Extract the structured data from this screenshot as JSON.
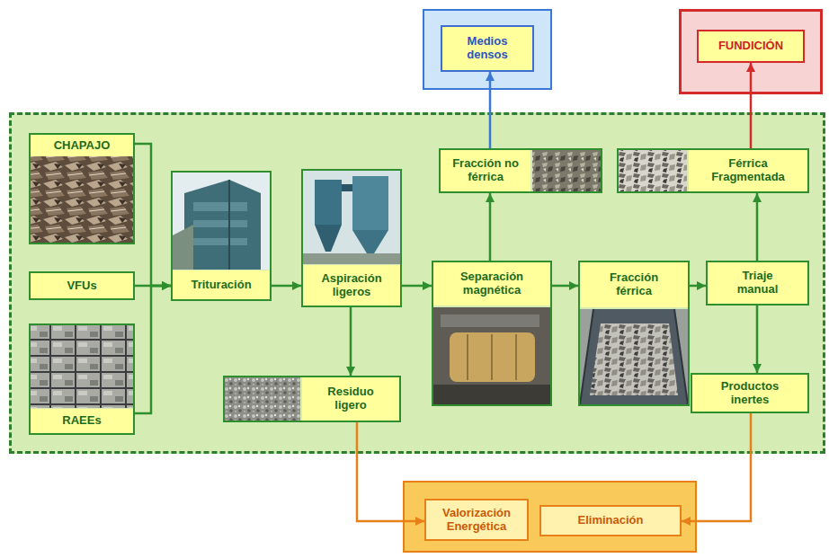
{
  "diagram": {
    "nodes": [
      {
        "text": [
          "Medios densos"
        ]
      },
      {
        "text": [
          "FUNDICIÓN"
        ]
      },
      {
        "text": [
          "Fracción no férrica"
        ]
      },
      {
        "text": [
          "Férrica Fragmentada"
        ]
      },
      {
        "text": [
          "CHAPAJO"
        ]
      },
      {
        "text": [
          "VFUs"
        ]
      },
      {
        "text": [
          "RAEEs"
        ]
      },
      {
        "text": [
          "Trituración"
        ]
      },
      {
        "text": [
          "Aspiración ligeros"
        ]
      },
      {
        "text": [
          "Separación magnética"
        ]
      },
      {
        "text": [
          "Fracción férrica"
        ]
      },
      {
        "text": [
          "Triaje manual"
        ]
      },
      {
        "text": [
          "Residuo ligero"
        ]
      },
      {
        "text": [
          "Productos inertes"
        ]
      },
      {
        "text": [
          "Valorización Energética"
        ]
      },
      {
        "text": [
          "Eliminación"
        ]
      }
    ],
    "edges": [
      {
        "from": 4,
        "to": 7,
        "arrow": "to"
      },
      {
        "from": 5,
        "to": 7,
        "arrow": "to"
      },
      {
        "from": 6,
        "to": 7,
        "arrow": "to"
      },
      {
        "from": 7,
        "to": 8,
        "arrow": "to"
      },
      {
        "from": 8,
        "to": 9,
        "arrow": "to"
      },
      {
        "from": 8,
        "to": 12,
        "arrow": "to"
      },
      {
        "from": 9,
        "to": 2,
        "arrow": "to"
      },
      {
        "from": 2,
        "to": 0,
        "arrow": "to"
      },
      {
        "from": 9,
        "to": 10,
        "arrow": "to"
      },
      {
        "from": 10,
        "to": 11,
        "arrow": "to"
      },
      {
        "from": 11,
        "to": 3,
        "arrow": "to"
      },
      {
        "from": 3,
        "to": 1,
        "arrow": "to"
      },
      {
        "from": 11,
        "to": 13,
        "arrow": "to"
      },
      {
        "from": 12,
        "to": 14,
        "arrow": "to"
      },
      {
        "from": 13,
        "to": 15,
        "arrow": "to"
      }
    ]
  }
}
